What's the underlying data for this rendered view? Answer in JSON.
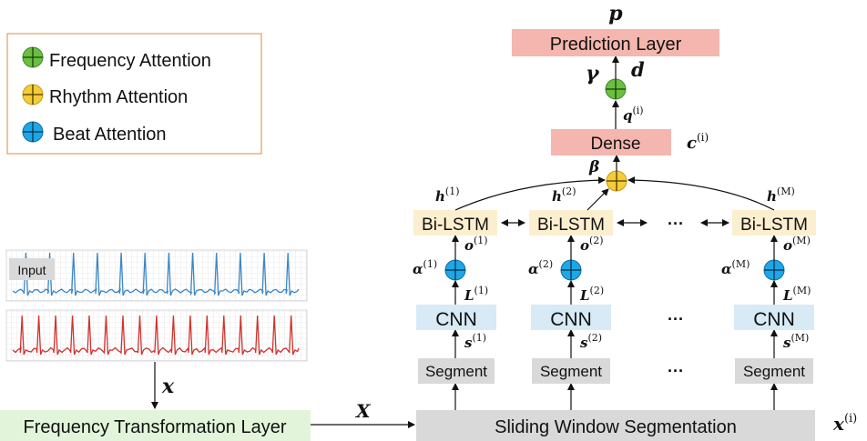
{
  "legend": {
    "items": [
      {
        "label": "Frequency Attention",
        "color": "#6abf40"
      },
      {
        "label": "Rhythm Attention",
        "color": "#f5cd3a"
      },
      {
        "label": "Beat Attention",
        "color": "#1ea7e8"
      }
    ],
    "border_color": "#e0a060"
  },
  "signals": {
    "input_label": "Input",
    "blue_color": "#3a86c6",
    "red_color": "#d0332d"
  },
  "symbols": {
    "x_small": "x",
    "X_big": "X",
    "x_i": "x",
    "x_i_sup": "(i)",
    "p": "p",
    "gamma": "γ",
    "d": "d",
    "q": "q",
    "q_sup": "(i)",
    "c": "c",
    "c_sup": "(i)",
    "beta": "β"
  },
  "blocks": {
    "frequency_layer": "Frequency Transformation Layer",
    "sliding_window": "Sliding Window Segmentation",
    "prediction_layer": "Prediction Layer",
    "dense": "Dense",
    "ellipsis": "···"
  },
  "columns": [
    {
      "segment": "Segment",
      "cnn": "CNN",
      "lstm": "Bi-LSTM",
      "s_sup": "(1)",
      "L_sup": "(1)",
      "alpha_sup": "(1)",
      "o_sup": "(1)",
      "h_sup": "(1)"
    },
    {
      "segment": "Segment",
      "cnn": "CNN",
      "lstm": "Bi-LSTM",
      "s_sup": "(2)",
      "L_sup": "(2)",
      "alpha_sup": "(2)",
      "o_sup": "(2)",
      "h_sup": "(2)"
    },
    {
      "segment": "Segment",
      "cnn": "CNN",
      "lstm": "Bi-LSTM",
      "s_sup": "(M)",
      "L_sup": "(M)",
      "alpha_sup": "(M)",
      "o_sup": "(M)",
      "h_sup": "(M)"
    }
  ],
  "column_symbols": {
    "s": "s",
    "L": "L",
    "alpha": "α",
    "o": "o",
    "h": "h"
  },
  "colors": {
    "green_block": "#e2f4da",
    "gray_block": "#d9d9d9",
    "blue_block": "#d7eaf6",
    "yellow_block": "#fcefcf",
    "salmon_block": "#f4b6ae"
  }
}
